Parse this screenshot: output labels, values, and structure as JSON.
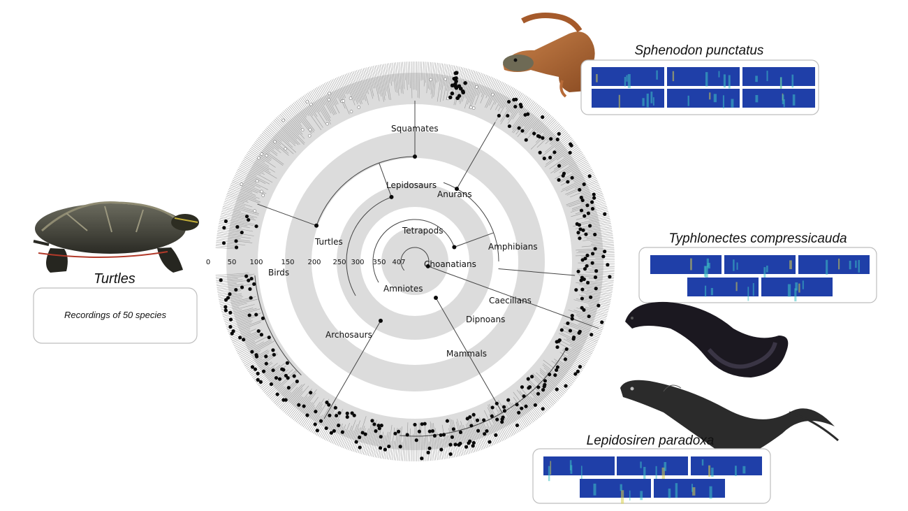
{
  "colors": {
    "ring_gray": "#dcdcdc",
    "branch": "#444444",
    "tip_gray": "#9a9a9a",
    "dot": "#0a0a0a",
    "spectro_bg": "#1f3fa8",
    "spectro_hi": "#3ec3c4",
    "spectro_hot": "#d8d04a",
    "box_stroke": "#bdbdbd"
  },
  "tree": {
    "ring_ticks": [
      "0",
      "50",
      "100",
      "150",
      "200",
      "250",
      "300",
      "350",
      "407"
    ],
    "clades": {
      "squamates": "Squamates",
      "lepidosaurs": "Lepidosaurs",
      "anurans": "Anurans",
      "turtles": "Turtles",
      "tetrapods": "Tetrapods",
      "amphibians": "Amphibians",
      "birds": "Birds",
      "choanatians": "Choanatians",
      "amniotes": "Amniotes",
      "caecilians": "Caecilians",
      "dipnoans": "Dipnoans",
      "archosaurs": "Archosaurs",
      "mammals": "Mammals"
    }
  },
  "panels": {
    "turtles": {
      "title": "Turtles",
      "caption": "Recordings of 50 species"
    },
    "sphenodon": {
      "title": "Sphenodon punctatus"
    },
    "typhlonectes": {
      "title": "Typhlonectes compressicauda"
    },
    "lepidosiren": {
      "title": "Lepidosiren paradoxa"
    }
  },
  "icons": {
    "turtle": "turtle-photo-icon",
    "tuatara": "tuatara-photo-icon",
    "caecilian": "caecilian-photo-icon",
    "lungfish": "lungfish-photo-icon"
  }
}
